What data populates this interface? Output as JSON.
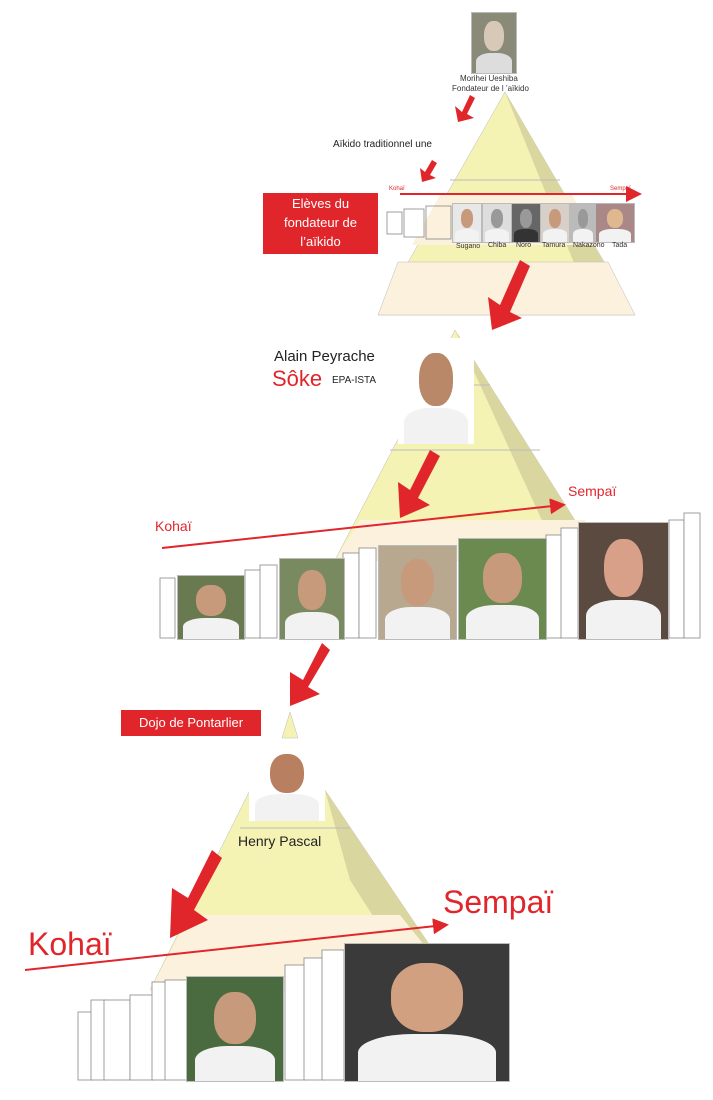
{
  "top": {
    "name": "Morihei Ueshiba",
    "subtitle": "Fondateur de l ’aïkido",
    "tradition": "Aïkido traditionnel une",
    "students_box": "Elèves du fondateur de l’aïkido",
    "kohai": "Kohaï",
    "sempai": "Sempaï",
    "students": [
      "Sugano",
      "Chiba",
      "Noro",
      "Tamura",
      "Nakazono",
      "Tada"
    ]
  },
  "middle": {
    "name": "Alain Peyrache",
    "title": "Sôke",
    "org": "EPA-ISTA",
    "kohai": "Kohaï",
    "sempai": "Sempaï"
  },
  "bottom": {
    "dojo": "Dojo de Pontarlier",
    "name": "Henry Pascal",
    "kohai": "Kohaï",
    "sempai": "Sempaï"
  },
  "colors": {
    "red": "#e0262b",
    "pyramid": "#f5f3b4",
    "pyramid_shade": "#d9d6a0",
    "band": "#fbf1dc"
  }
}
